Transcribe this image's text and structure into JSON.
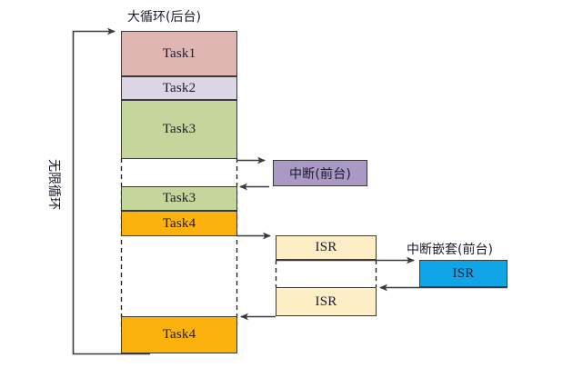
{
  "diagram": {
    "title_main_loop": "大循环(后台)",
    "title_interrupt": "中断(前台)",
    "title_nested_interrupt": "中断嵌套(前台)",
    "label_infinite_loop": "无限循环",
    "colors": {
      "task1": "#e0b6b3",
      "task2": "#dcd5e5",
      "task3": "#c5d69c",
      "task4": "#fbb20c",
      "interrupt": "#aa99c4",
      "isr": "#fdeec5",
      "isr_nested": "#10a5e6",
      "stroke": "#3a3a3a",
      "text": "#1a1a2e"
    },
    "background_blocks": [
      {
        "id": "task1",
        "label": "Task1",
        "fill": "#e0b6b3"
      },
      {
        "id": "task2",
        "label": "Task2",
        "fill": "#dcd5e5"
      },
      {
        "id": "task3a",
        "label": "Task3",
        "fill": "#c5d69c"
      },
      {
        "id": "task3b",
        "label": "Task3",
        "fill": "#c5d69c"
      },
      {
        "id": "task4a",
        "label": "Task4",
        "fill": "#fbb20c"
      },
      {
        "id": "task4b",
        "label": "Task4",
        "fill": "#fbb20c"
      }
    ],
    "foreground_blocks": [
      {
        "id": "interrupt",
        "label": "中断(前台)",
        "fill": "#aa99c4"
      },
      {
        "id": "isr_top",
        "label": "ISR",
        "fill": "#fdeec5"
      },
      {
        "id": "isr_bottom",
        "label": "ISR",
        "fill": "#fdeec5"
      },
      {
        "id": "isr_nested",
        "label": "ISR",
        "fill": "#10a5e6"
      }
    ]
  }
}
